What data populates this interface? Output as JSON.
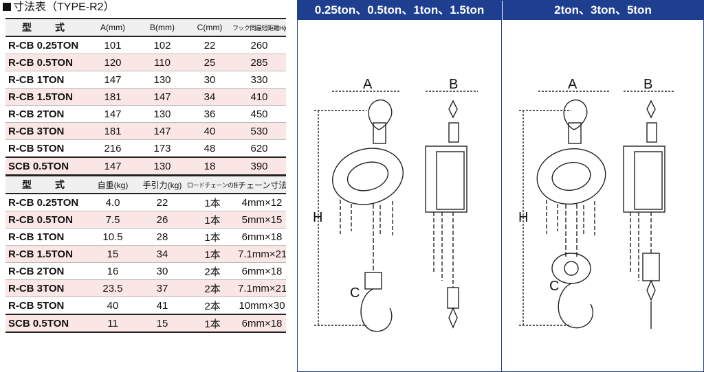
{
  "title": "寸法表（TYPE-R2）",
  "table1": {
    "headers": [
      "型　式",
      "A(mm)",
      "B(mm)",
      "C(mm)",
      "フック間最短距離H(mm)"
    ],
    "rows": [
      [
        "R-CB 0.25TON",
        "101",
        "102",
        "22",
        "260"
      ],
      [
        "R-CB 0.5TON",
        "120",
        "110",
        "25",
        "285"
      ],
      [
        "R-CB 1TON",
        "147",
        "130",
        "30",
        "330"
      ],
      [
        "R-CB 1.5TON",
        "181",
        "147",
        "34",
        "410"
      ],
      [
        "R-CB 2TON",
        "147",
        "130",
        "36",
        "450"
      ],
      [
        "R-CB 3TON",
        "181",
        "147",
        "40",
        "530"
      ],
      [
        "R-CB 5TON",
        "216",
        "173",
        "48",
        "620"
      ],
      [
        "SCB 0.5TON",
        "147",
        "130",
        "18",
        "390"
      ]
    ]
  },
  "table2": {
    "headers": [
      "型　式",
      "自重(kg)",
      "手引力(kg)",
      "ロードチェーンの掛数",
      "チェーン寸法"
    ],
    "rows": [
      [
        "R-CB 0.25TON",
        "4.0",
        "22",
        "1本",
        "4mm×12"
      ],
      [
        "R-CB 0.5TON",
        "7.5",
        "26",
        "1本",
        "5mm×15"
      ],
      [
        "R-CB 1TON",
        "10.5",
        "28",
        "1本",
        "6mm×18"
      ],
      [
        "R-CB 1.5TON",
        "15",
        "34",
        "1本",
        "7.1mm×21"
      ],
      [
        "R-CB 2TON",
        "16",
        "30",
        "2本",
        "6mm×18"
      ],
      [
        "R-CB 3TON",
        "23.5",
        "37",
        "2本",
        "7.1mm×21"
      ],
      [
        "R-CB 5TON",
        "40",
        "41",
        "2本",
        "10mm×30"
      ],
      [
        "SCB 0.5TON",
        "11",
        "15",
        "1本",
        "6mm×18"
      ]
    ]
  },
  "diagram": {
    "left_header": "0.25ton、0.5ton、1ton、1.5ton",
    "right_header": "2ton、3ton、5ton",
    "labels": {
      "a": "A",
      "b": "B",
      "c": "C",
      "h": "H"
    },
    "accent_color": "#1e3f8f",
    "stripe_color": "#fbe6e6"
  }
}
